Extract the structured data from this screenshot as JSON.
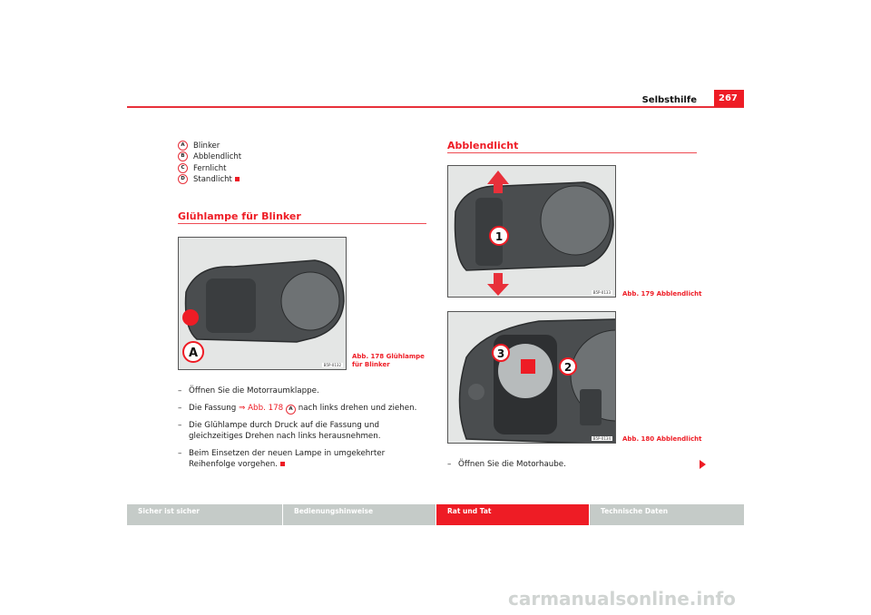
{
  "header": {
    "title": "Selbsthilfe",
    "page_number": "267"
  },
  "legend": [
    {
      "key": "A",
      "label": "Blinker"
    },
    {
      "key": "B",
      "label": "Abblendlicht"
    },
    {
      "key": "C",
      "label": "Fernlicht"
    },
    {
      "key": "D",
      "label": "Standlicht"
    }
  ],
  "left_section": {
    "heading": "Glühlampe für Blinker",
    "figure": {
      "marker": "A",
      "code": "B5P-0132",
      "caption": "Abb. 178   Glühlampe für Blinker"
    },
    "steps": [
      {
        "text": "Öffnen Sie die Motorraumklappe."
      },
      {
        "pre": "Die Fassung ",
        "link": "⇒ Abb. 178",
        "marker": "A",
        "post": " nach links drehen und ziehen."
      },
      {
        "text": "Die Glühlampe durch Druck auf die Fassung und gleichzeitiges Drehen nach links herausnehmen."
      },
      {
        "text": "Beim Einsetzen der neuen Lampe in umgekehrter Reihenfolge vorgehen."
      }
    ]
  },
  "right_section": {
    "heading": "Abblendlicht",
    "figure1": {
      "marker": "1",
      "code": "B5P-0133",
      "caption": "Abb. 179   Abblendlicht"
    },
    "figure2": {
      "markers": [
        "3",
        "2"
      ],
      "code": "B5P-0134",
      "caption": "Abb. 180   Abblendlicht"
    },
    "steps": [
      {
        "text": "Öffnen Sie die Motorhaube."
      }
    ]
  },
  "dash": "–",
  "footer": {
    "tabs": [
      {
        "label": "Sicher ist sicher",
        "active": false
      },
      {
        "label": "Bedienungshinweise",
        "active": false
      },
      {
        "label": "Rat und Tat",
        "active": true
      },
      {
        "label": "Technische Daten",
        "active": false
      }
    ]
  },
  "colors": {
    "accent": "#ee1c25",
    "footer_gray": "#c5cbc8"
  },
  "watermark": "carmanualsonline.info"
}
